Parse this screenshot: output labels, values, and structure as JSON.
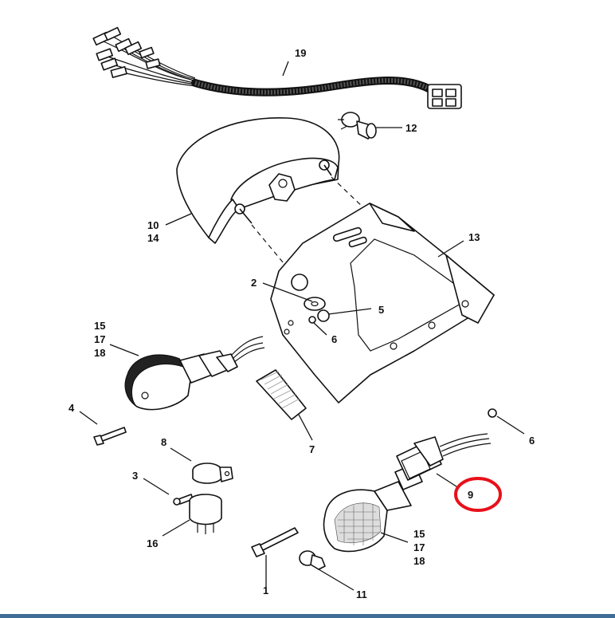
{
  "diagram": {
    "callouts": [
      {
        "id": "c19",
        "text": "19"
      },
      {
        "id": "c12",
        "text": "12"
      },
      {
        "id": "c10",
        "text": "10"
      },
      {
        "id": "c14",
        "text": "14"
      },
      {
        "id": "c13",
        "text": "13"
      },
      {
        "id": "c2",
        "text": "2"
      },
      {
        "id": "c5",
        "text": "5"
      },
      {
        "id": "c6a",
        "text": "6"
      },
      {
        "id": "c15a",
        "text": "15"
      },
      {
        "id": "c17a",
        "text": "17"
      },
      {
        "id": "c18a",
        "text": "18"
      },
      {
        "id": "c4",
        "text": "4"
      },
      {
        "id": "c7",
        "text": "7"
      },
      {
        "id": "c6b",
        "text": "6"
      },
      {
        "id": "c9",
        "text": "9"
      },
      {
        "id": "c8",
        "text": "8"
      },
      {
        "id": "c3",
        "text": "3"
      },
      {
        "id": "c16",
        "text": "16"
      },
      {
        "id": "c15b",
        "text": "15"
      },
      {
        "id": "c17b",
        "text": "17"
      },
      {
        "id": "c18b",
        "text": "18"
      },
      {
        "id": "c1",
        "text": "1"
      },
      {
        "id": "c11",
        "text": "11"
      }
    ],
    "highlight": {
      "callout": "9",
      "color": "#e8101a"
    },
    "accent_bar_color": "#3f6d96"
  }
}
